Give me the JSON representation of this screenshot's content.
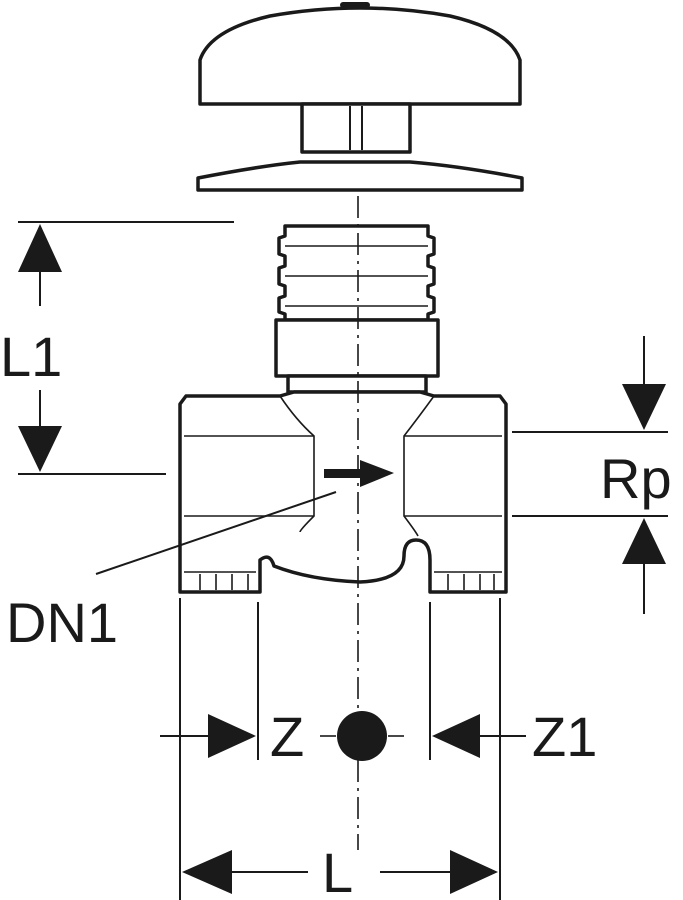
{
  "labels": {
    "l1": "L1",
    "rp": "Rp",
    "dn1": "DN1",
    "z": "Z",
    "z1": "Z1",
    "l": "L"
  }
}
